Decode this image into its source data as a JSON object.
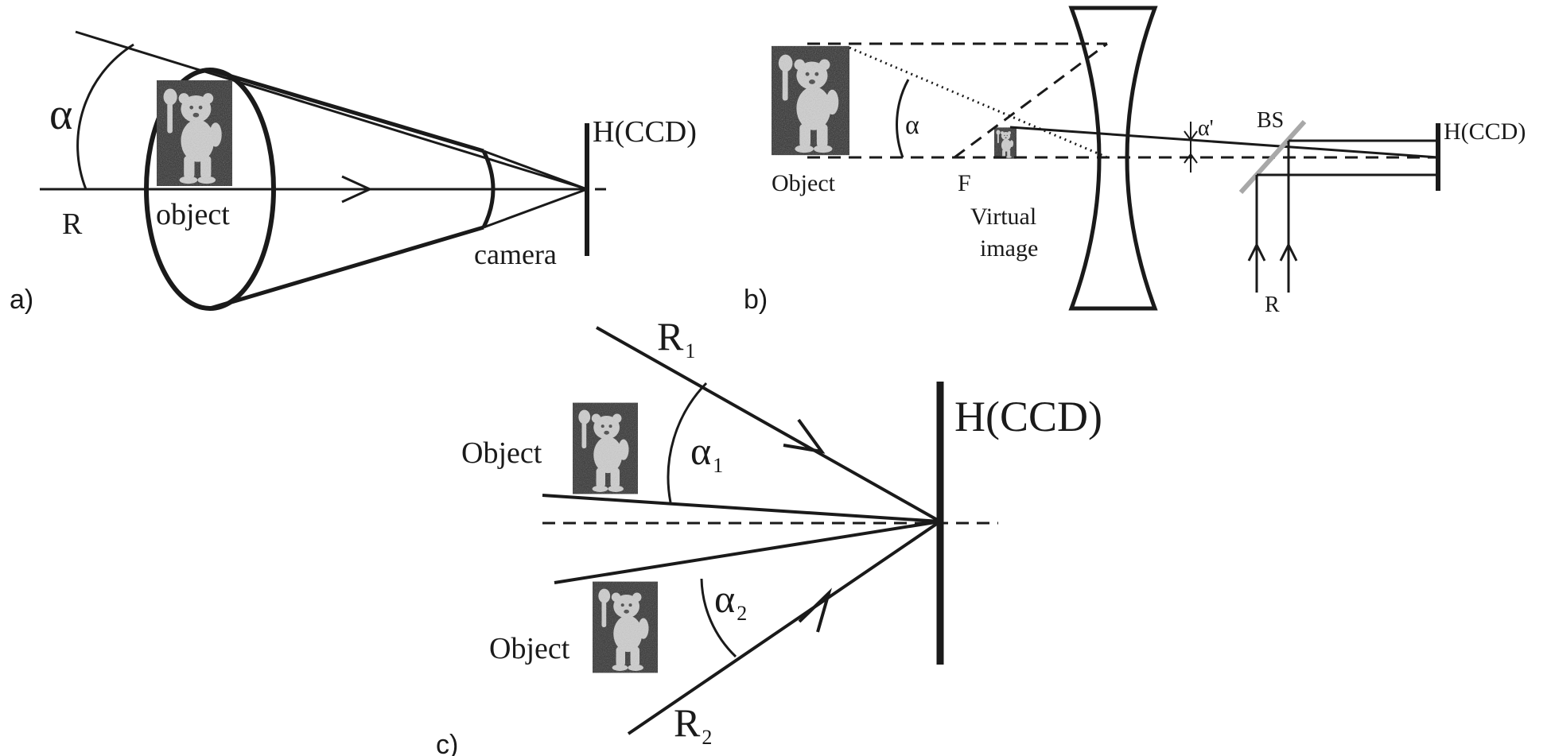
{
  "panel_a": {
    "tag": "a)",
    "alpha": "α",
    "ref": "R",
    "object": "object",
    "camera": "camera",
    "sensor": "H(CCD)"
  },
  "panel_b": {
    "tag": "b)",
    "object": "Object",
    "alpha": "α",
    "focus": "F",
    "virtual_line1": "Virtual",
    "virtual_line2": "image",
    "alpha_prime": "α'",
    "splitter": "BS",
    "sensor": "H(CCD)",
    "ref": "R"
  },
  "panel_c": {
    "tag": "c)",
    "ref1_main": "R",
    "ref1_sub": "1",
    "ref2_main": "R",
    "ref2_sub": "2",
    "alpha1_main": "α",
    "alpha1_sub": "1",
    "alpha2_main": "α",
    "alpha2_sub": "2",
    "object_top": "Object",
    "object_bottom": "Object",
    "sensor": "H(CCD)"
  },
  "colors": {
    "ink": "#1a1a1a",
    "splitter": "#a8a8a8",
    "photo_dark": "#2b2b2b",
    "photo_light": "#d8d8d8"
  }
}
